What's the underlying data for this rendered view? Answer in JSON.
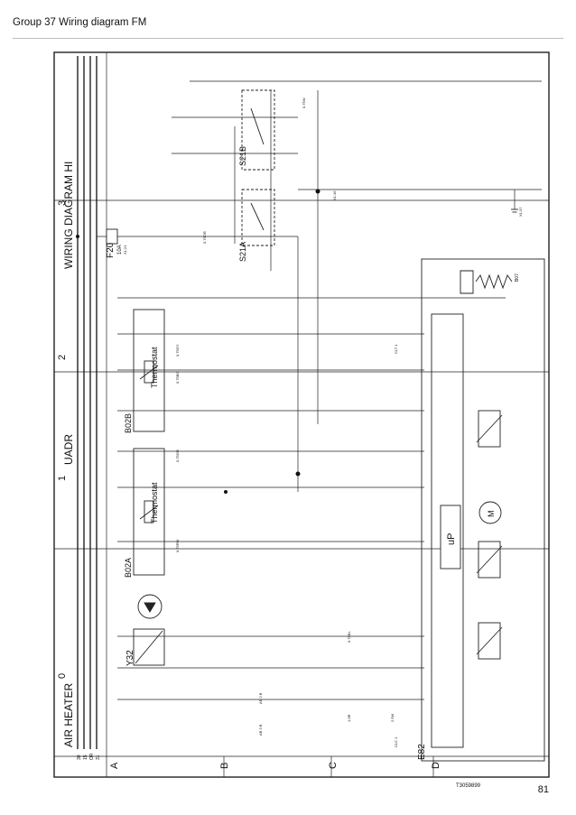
{
  "header": {
    "title": "Group 37 Wiring diagram FM"
  },
  "page_number": "81",
  "doc_code": "T3059899",
  "sheet": {
    "title_left": "AIR HEATER",
    "title_mid": "UADR",
    "title_right": "WIRING DIAGRAM HI",
    "col_labels": [
      "0",
      "1",
      "2",
      "3"
    ],
    "row_labels": [
      "A",
      "B",
      "C",
      "D"
    ],
    "bus_labels": [
      "30",
      "15",
      "OR",
      "31"
    ]
  },
  "components": {
    "y32": "Y32",
    "b02a": "B02A",
    "b02b": "B02B",
    "thermostat": "Thermostat",
    "f20": "F20",
    "f20_rating": "10A",
    "s21a": "S21A",
    "s21b": "S21B",
    "e82": "E82",
    "up": "uP",
    "m": "M",
    "b07": "B07"
  },
  "wire_labels": {
    "w1": "0.75RW",
    "w2": "0.75GR",
    "w3": "0.75BO",
    "w4": "0.75GY",
    "w5": "1.0R",
    "w6": "0.75BL",
    "w7": "2.5W",
    "w8": "0.75W",
    "w9": "0.75OR"
  },
  "refs": {
    "r1": "X1:21",
    "r2": "X1:16",
    "r3": "X1:37",
    "r4": "AE 2 B",
    "r5": "AB 3 B",
    "r6": "CLC 1",
    "r7": "CLT 1"
  }
}
